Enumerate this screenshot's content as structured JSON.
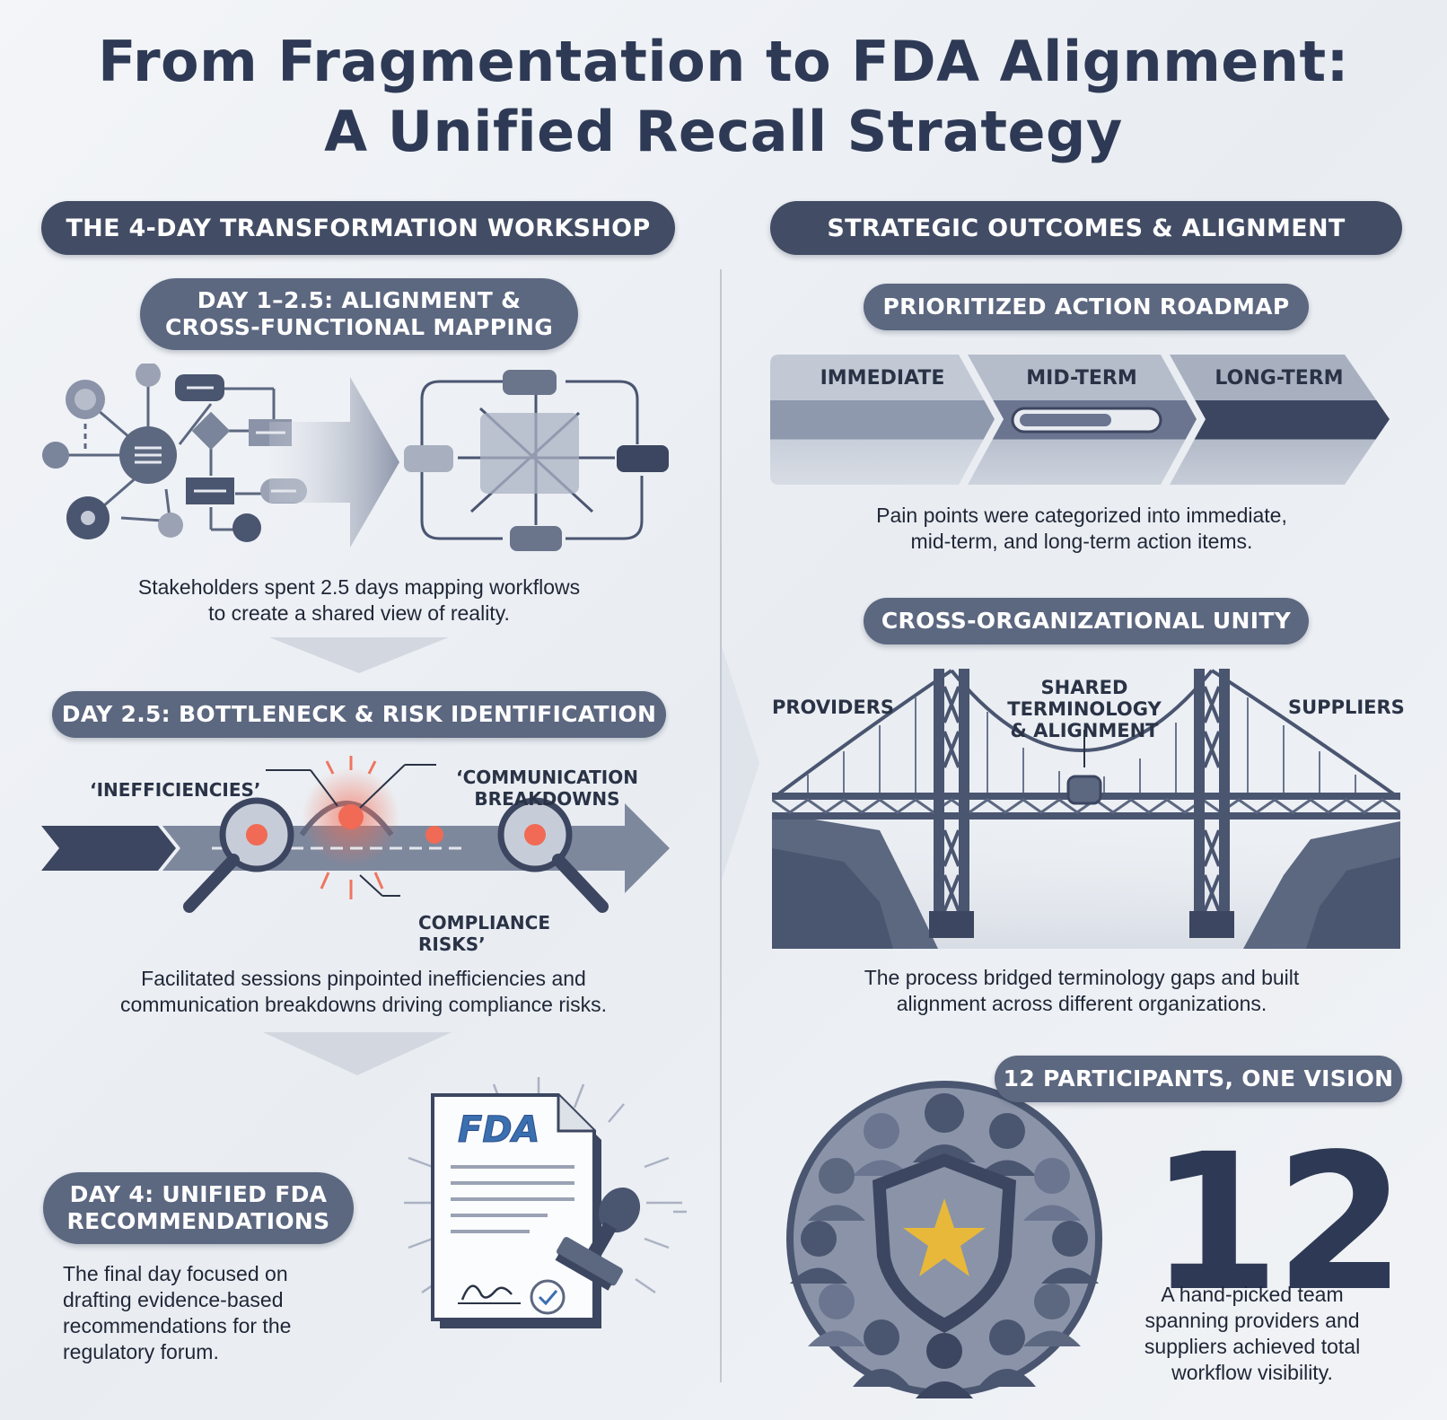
{
  "title": {
    "line1": "From Fragmentation to FDA Alignment:",
    "line2": "A Unified Recall Strategy"
  },
  "left": {
    "header": "THE 4-DAY TRANSFORMATION WORKSHOP",
    "day1": {
      "label_line1": "DAY 1–2.5: ALIGNMENT &",
      "label_line2": "CROSS-FUNCTIONAL MAPPING",
      "caption_line1": "Stakeholders spent 2.5 days mapping workflows",
      "caption_line2": "to create a shared view of reality."
    },
    "day25": {
      "label": "DAY 2.5: BOTTLENECK & RISK IDENTIFICATION",
      "tag_inefficiencies": "‘INEFFICIENCIES’",
      "tag_comm_line1": "‘COMMUNICATION",
      "tag_comm_line2": "BREAKDOWNS",
      "tag_comp_line1": "COMPLIANCE",
      "tag_comp_line2": "RISKS’",
      "caption_line1": "Facilitated sessions pinpointed inefficiencies and",
      "caption_line2": "communication breakdowns driving compliance risks."
    },
    "day4": {
      "label_line1": "DAY 4: UNIFIED FDA",
      "label_line2": "RECOMMENDATIONS",
      "caption_line1": "The final day focused on",
      "caption_line2": "drafting evidence-based",
      "caption_line3": "recommendations for the",
      "caption_line4": "regulatory forum.",
      "doc_logo": "FDA"
    }
  },
  "right": {
    "header": "STRATEGIC OUTCOMES & ALIGNMENT",
    "roadmap": {
      "label": "PRIORITIZED ACTION ROADMAP",
      "stages": [
        "IMMEDIATE",
        "MID-TERM",
        "LONG-TERM"
      ],
      "caption_line1": "Pain points were categorized into immediate,",
      "caption_line2": "mid-term, and long-term action items."
    },
    "unity": {
      "label": "CROSS-ORGANIZATIONAL UNITY",
      "providers": "PROVIDERS",
      "suppliers": "SUPPLIERS",
      "center_line1": "SHARED",
      "center_line2": "TERMINOLOGY",
      "center_line3": "& ALIGNMENT",
      "caption_line1": "The process bridged terminology gaps and built",
      "caption_line2": "alignment across different organizations."
    },
    "participants": {
      "label": "12 PARTICIPANTS, ONE VISION",
      "count": "12",
      "caption_line1": "A hand-picked team",
      "caption_line2": "spanning providers and",
      "caption_line3": "suppliers achieved total",
      "caption_line4": "workflow visibility."
    }
  },
  "colors": {
    "navy": "#2e3a55",
    "pill": "#4a5570",
    "steel": "#5c6780",
    "risk": "#e8604a",
    "star": "#e8b83a"
  }
}
